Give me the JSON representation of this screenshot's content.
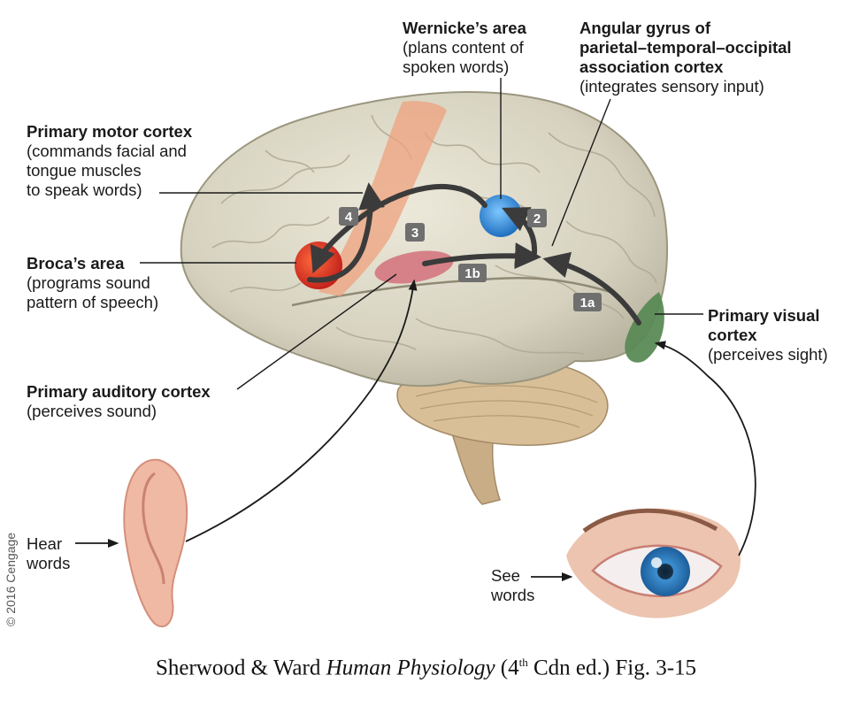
{
  "labels": {
    "wernicke": {
      "title": "Wernicke’s area",
      "desc": [
        "(plans content of",
        "spoken words)"
      ]
    },
    "angular": {
      "title": [
        "Angular gyrus of",
        "parietal–temporal–occipital",
        "association cortex"
      ],
      "desc": [
        "(integrates sensory input)"
      ]
    },
    "motor": {
      "title": "Primary motor cortex",
      "desc": [
        "(commands facial and",
        "tongue muscles",
        "to speak words)"
      ]
    },
    "broca": {
      "title": "Broca’s area",
      "desc": [
        "(programs sound",
        "pattern of speech)"
      ]
    },
    "visual": {
      "title": [
        "Primary visual",
        "cortex"
      ],
      "desc": [
        "(perceives sight)"
      ]
    },
    "auditory": {
      "title": "Primary auditory cortex",
      "desc": [
        "(perceives sound)"
      ]
    },
    "hear": [
      "Hear",
      "words"
    ],
    "see": [
      "See",
      "words"
    ]
  },
  "steps": [
    "1a",
    "1b",
    "2",
    "3",
    "4"
  ],
  "caption": {
    "pre": "Sherwood & Ward ",
    "title": "Human Physiology",
    "mid": " (4",
    "sup": "th",
    "post": " Cdn ed.) Fig. 3-15"
  },
  "copyright": "© 2016 Cengage",
  "colors": {
    "brain": "#d8d4c2",
    "motor_strip": "#eea27e",
    "broca": "#d9342a",
    "wernicke": "#2d86d1",
    "auditory": "#d3707a",
    "visual": "#5a8a55",
    "badge": "#6f6f6f",
    "arrow": "#3b3b3b"
  }
}
